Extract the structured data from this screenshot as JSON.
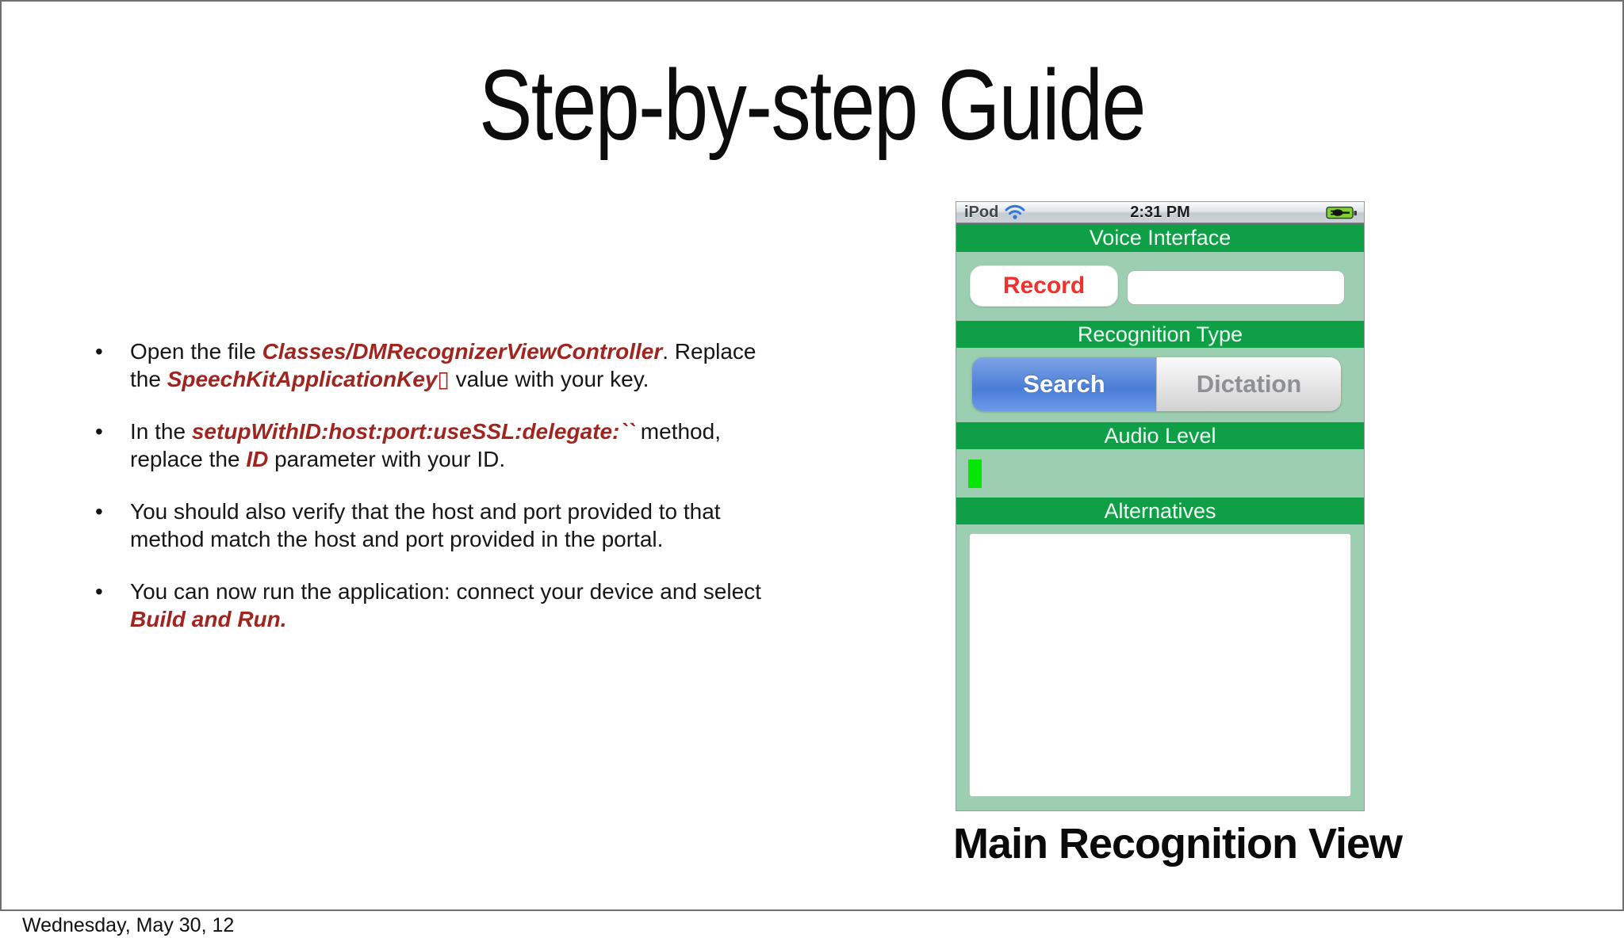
{
  "slide": {
    "title": "Step-by-step Guide",
    "caption": "Main Recognition View",
    "footer_date": "Wednesday, May 30, 12"
  },
  "bullets": {
    "b1": {
      "l1s1": "Open the file ",
      "l1s2": "Classes/DMRecognizerViewController",
      "l1s3": ". Replace",
      "l2s1": "the ",
      "l2s2": "SpeechKitApplicationKey▯",
      "l2s3": " value with your key."
    },
    "b2": {
      "l1s1": "In the ",
      "l1s2": "setupWithID:host:port:useSSL:delegate:``",
      "l1s3": " method,",
      "l2s1": "replace the ",
      "l2s2": "ID",
      "l2s3": " parameter with your ID."
    },
    "b3": {
      "l1": "You should also verify that the host and port provided to that",
      "l2": "method match the host and port provided in the portal."
    },
    "b4": {
      "l1": "You can now run the application: connect your device and select",
      "l2s1": "Build and Run."
    }
  },
  "phone": {
    "status": {
      "carrier": "iPod",
      "time": "2:31 PM",
      "wifi_icon": "wifi-icon",
      "battery_icon": "battery-charging-icon"
    },
    "nav_title": "Voice Interface",
    "record_button": "Record",
    "result_field": {
      "value": "",
      "placeholder": ""
    },
    "sections": {
      "recognition_type": "Recognition Type",
      "audio_level": "Audio Level",
      "alternatives": "Alternatives"
    },
    "segments": {
      "search": "Search",
      "dictation": "Dictation",
      "selected": "Search"
    },
    "colors": {
      "bar_green": "#0FA047",
      "panel_green": "#9CCFB1",
      "selected_blue": "#5787D8",
      "record_red": "#F2302C",
      "meter_green": "#04E704",
      "code_red": "#A0251F"
    }
  }
}
